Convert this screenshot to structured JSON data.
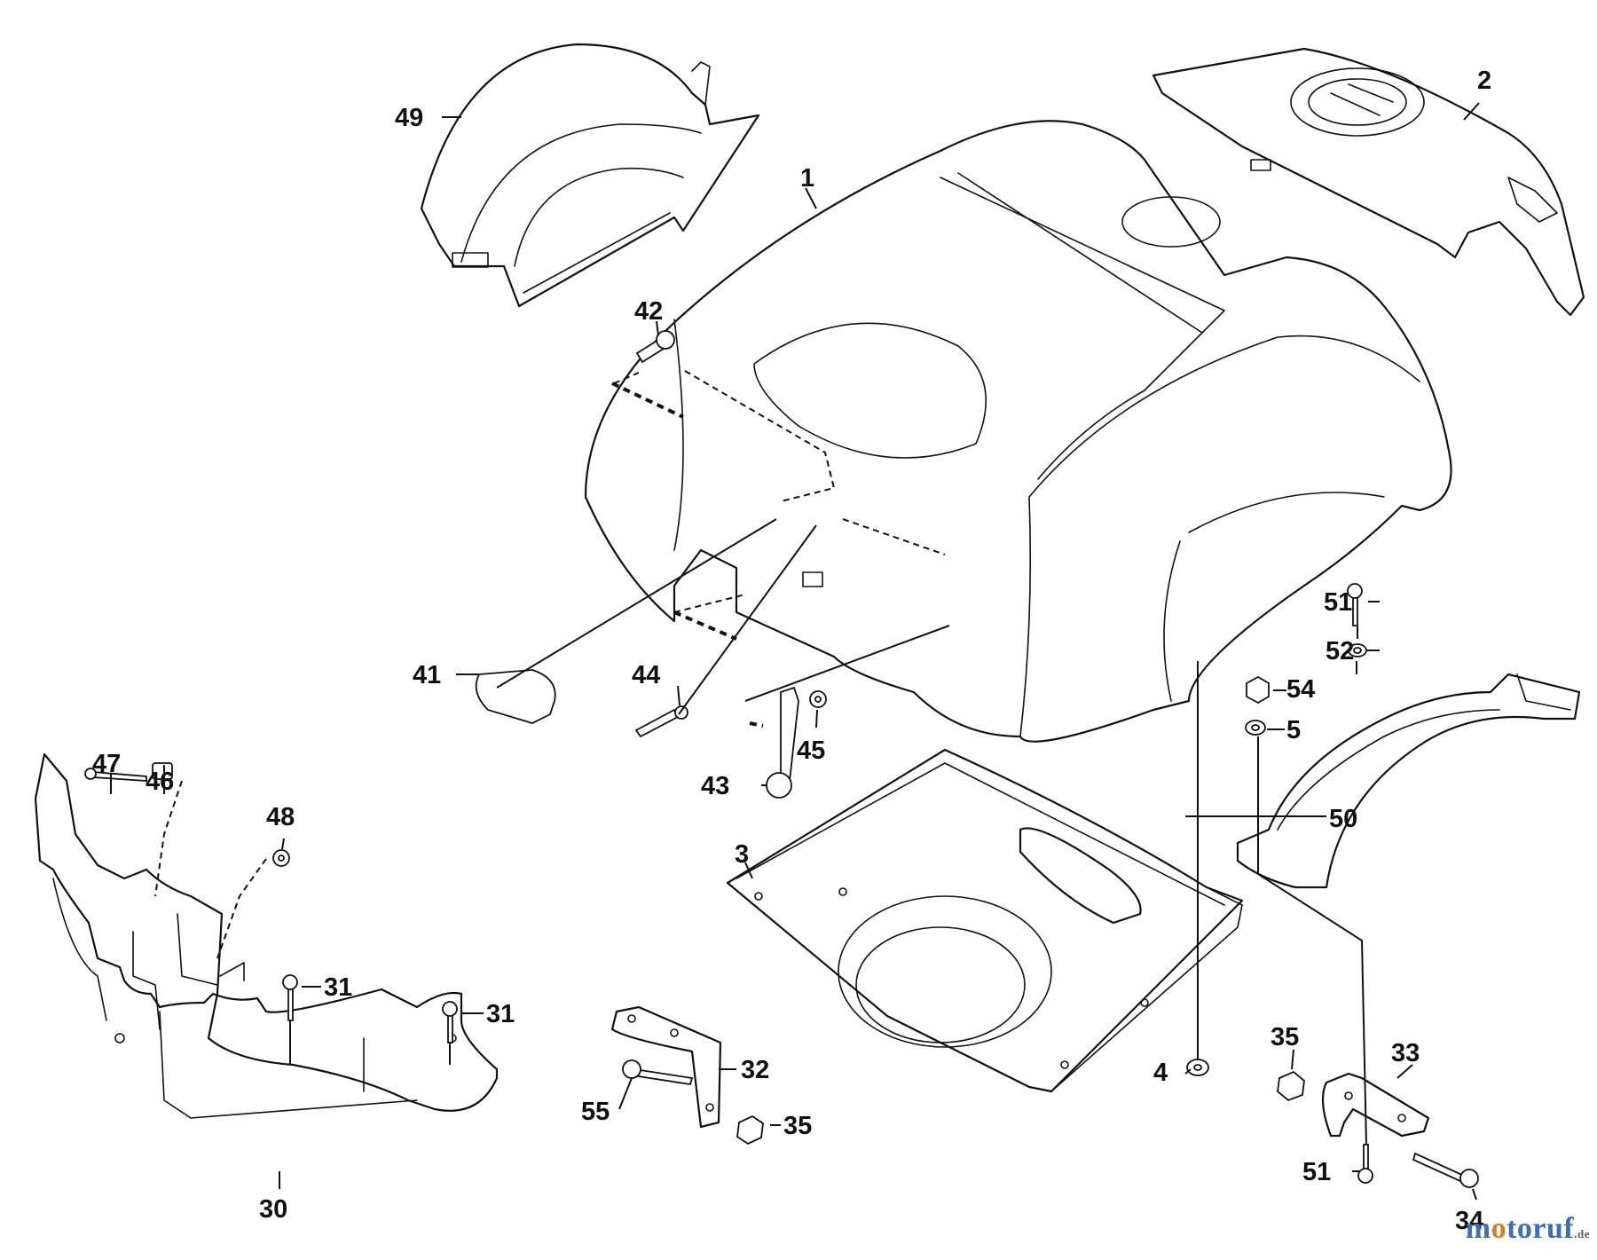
{
  "labels": {
    "p1": "1",
    "p2": "2",
    "p3": "3",
    "p4": "4",
    "p5": "5",
    "p30": "30",
    "p31a": "31",
    "p31b": "31",
    "p32": "32",
    "p33": "33",
    "p34": "34",
    "p35a": "35",
    "p35b": "35",
    "p41": "41",
    "p42": "42",
    "p43": "43",
    "p44": "44",
    "p45": "45",
    "p46": "46",
    "p47": "47",
    "p48": "48",
    "p49": "49",
    "p50": "50",
    "p51a": "51",
    "p51b": "51",
    "p52": "52",
    "p54": "54",
    "p55": "55"
  },
  "watermark": {
    "m": "m",
    "o1": "o",
    "toruf": "toruf",
    "de": ".de"
  },
  "colors": {
    "brand_blue": "#3f6fb0",
    "brand_orange": "#e07b1c"
  }
}
